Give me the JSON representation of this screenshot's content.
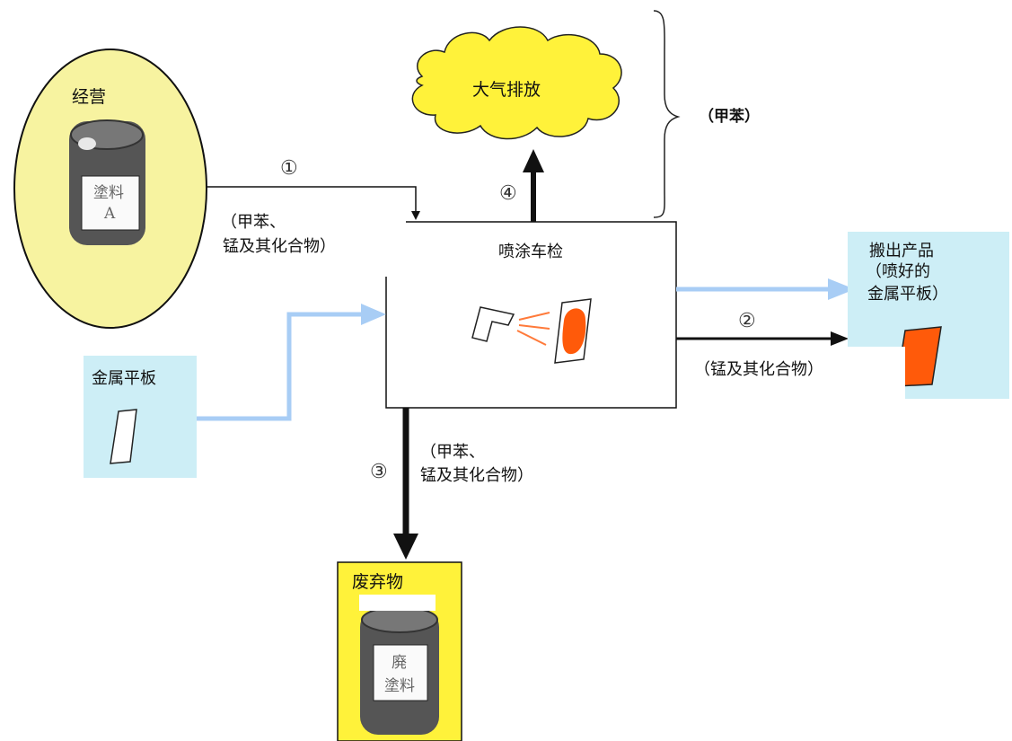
{
  "colors": {
    "supplier_fill": "#f7f3a0",
    "supplier_stroke": "#111111",
    "cloud_fill": "#fff23a",
    "product_box": "#cdeef6",
    "waste_box": "#fff23a",
    "blue_arrow": "#a8cdf5",
    "black_arrow": "#111111",
    "spray_orange": "#ff5a0a",
    "can_gray": "#555555"
  },
  "supplier": {
    "title": "经营",
    "can_label_1": "塗料",
    "can_label_2": "A"
  },
  "emission": {
    "cloud_label": "大气排放",
    "brace_label": "（甲苯）"
  },
  "flows": {
    "f1_num": "①",
    "f1_line1": "（甲苯、",
    "f1_line2": "锰及其化合物）",
    "f2_num": "②",
    "f2_label": "（锰及其化合物）",
    "f3_num": "③",
    "f3_line1": "（甲苯、",
    "f3_line2": "锰及其化合物）",
    "f4_num": "④"
  },
  "process": {
    "title": "喷涂车检"
  },
  "input_plate": {
    "title": "金属平板"
  },
  "product": {
    "line1": "搬出产品",
    "line2": "（喷好的",
    "line3": "金属平板）"
  },
  "waste": {
    "title": "废弃物",
    "can_label_1": "廃",
    "can_label_2": "塗料"
  }
}
